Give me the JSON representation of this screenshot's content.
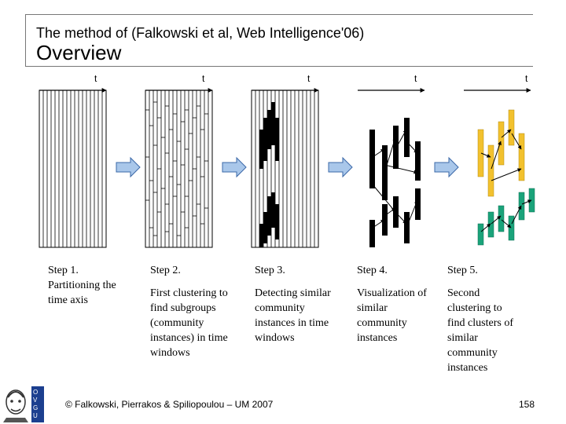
{
  "header": {
    "subtitle": "The method of (Falkowski et al, Web Intelligence'06)",
    "title": "Overview"
  },
  "diagram": {
    "time_label": "t",
    "colors": {
      "line": "#000000",
      "arrow_fill": "#a9c7ea",
      "arrow_stroke": "#3b68a8",
      "cluster_yellow": "#f2c12e",
      "cluster_teal": "#1aa37a"
    }
  },
  "steps": [
    {
      "heading": "Step 1.",
      "text": "Partitioning the time axis"
    },
    {
      "heading": "Step 2.",
      "text": "First clustering to find subgroups (community instances) in time windows"
    },
    {
      "heading": "Step 3.",
      "text": "Detecting similar community instances in time windows"
    },
    {
      "heading": "Step 4.",
      "text": "Visualization of similar community instances"
    },
    {
      "heading": "Step 5.",
      "text": "Second clustering to find clusters of similar community instances"
    }
  ],
  "footer": {
    "copyright": "© Falkowski, Pierrakos & Spiliopoulou – UM 2007",
    "page_number": "158"
  }
}
